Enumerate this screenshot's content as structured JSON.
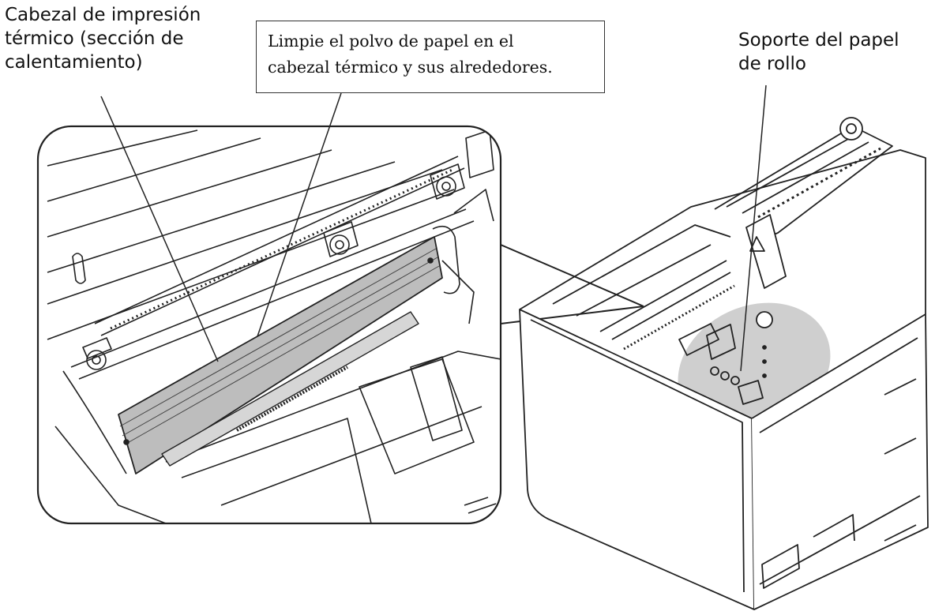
{
  "labels": {
    "thermal_head": {
      "line1": "Cabezal de impresión",
      "line2": "térmico (sección de",
      "line3": "calentamiento)"
    },
    "roll_paper_support": {
      "line1": "Soporte del papel",
      "line2": "de rollo"
    }
  },
  "callout": {
    "line1": "Limpie el polvo de papel en el",
    "line2": "cabezal térmico y sus alrededores."
  },
  "colors": {
    "line": "#222222",
    "head_fill": "#bdbdbd",
    "highlight": "#cfcfcf"
  }
}
